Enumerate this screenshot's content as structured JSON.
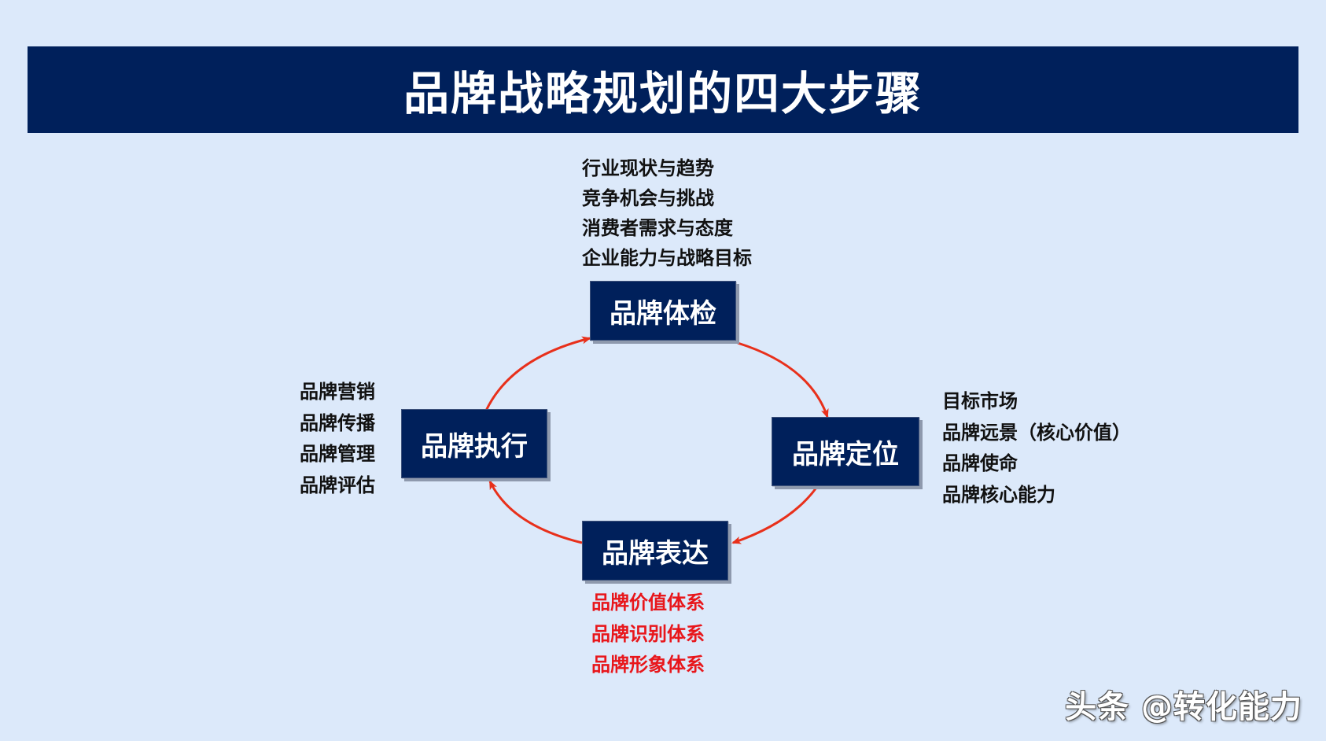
{
  "title": "品牌战略规划的四大步骤",
  "steps": {
    "top": {
      "label": "品牌体检",
      "items": [
        "行业现状与趋势",
        "竞争机会与挑战",
        "消费者需求与态度",
        "企业能力与战略目标"
      ]
    },
    "right": {
      "label": "品牌定位",
      "items": [
        "目标市场",
        "品牌远景（核心价值）",
        "品牌使命",
        "品牌核心能力"
      ]
    },
    "bottom": {
      "label": "品牌表达",
      "items": [
        "品牌价值体系",
        "品牌识别体系",
        "品牌形象体系"
      ]
    },
    "left": {
      "label": "品牌执行",
      "items": [
        "品牌营销",
        "品牌传播",
        "品牌管理",
        "品牌评估"
      ]
    }
  },
  "watermark": "头条 @转化能力",
  "colors": {
    "background": "#dce9fa",
    "box": "#00205b",
    "arrow": "#e8301b",
    "highlight_text": "#e8161b"
  }
}
